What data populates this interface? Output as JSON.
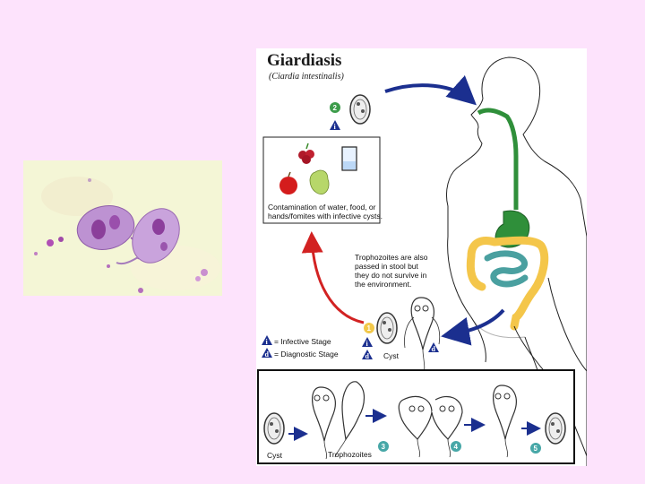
{
  "diagram": {
    "title": "Giardiasis",
    "subtitle": "(Ciardia intestinalis)",
    "contamination_lines": [
      "Contamination of water, food, or",
      "hands/fomites with infective cysts."
    ],
    "trophozoite_note_lines": [
      "Trophozoites are also",
      "passed in stool but",
      "they do not survive in",
      "the environment."
    ],
    "legend": {
      "infective_symbol": "i",
      "infective_label": "= Infective Stage",
      "diagnostic_symbol": "d",
      "diagnostic_label": "= Diagnostic Stage"
    },
    "labels": {
      "cyst_upper": "Cyst",
      "cyst_lower": "Cyst",
      "trophozoites": "Trophozoites"
    },
    "step_numbers": [
      "1",
      "2",
      "3",
      "4",
      "5"
    ],
    "colors": {
      "step_green": "#3c9c4a",
      "step_yellow": "#f2c84a",
      "step_teal": "#47a7a7",
      "arrow_blue": "#1b2f8f",
      "arrow_red": "#d22222",
      "digestive_green": "#2f8f3a",
      "colon_yellow": "#f4c64a",
      "intestine_teal": "#4aa0a0",
      "background": "#fde3fc"
    }
  }
}
